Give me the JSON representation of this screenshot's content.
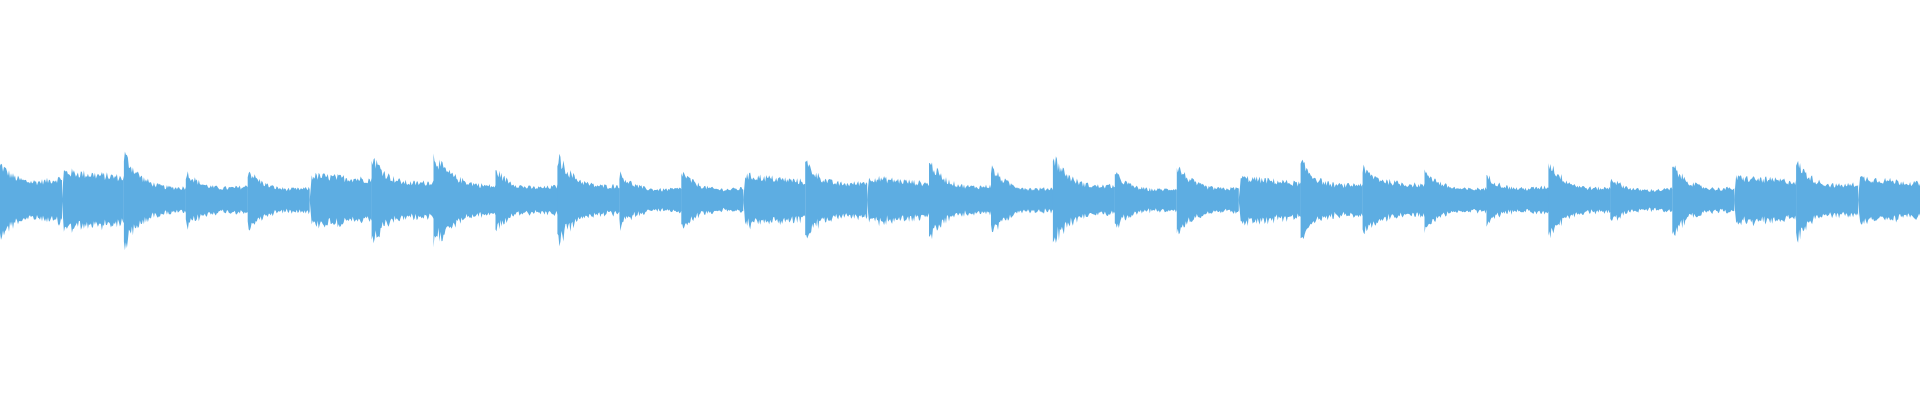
{
  "waveform": {
    "color": "#5dade2",
    "background": "#ffffff",
    "segments": [
      {
        "amp_start": 0.09,
        "amp_end": 0.05,
        "shape": "tail"
      },
      {
        "amp_start": 0.07,
        "amp_end": 0.055,
        "shape": "flat"
      },
      {
        "amp_start": 0.115,
        "amp_end": 0.025,
        "shape": "tail"
      },
      {
        "amp_start": 0.07,
        "amp_end": 0.03,
        "shape": "tail"
      },
      {
        "amp_start": 0.075,
        "amp_end": 0.025,
        "shape": "tail"
      },
      {
        "amp_start": 0.06,
        "amp_end": 0.05,
        "shape": "flat"
      },
      {
        "amp_start": 0.11,
        "amp_end": 0.04,
        "shape": "tail"
      },
      {
        "amp_start": 0.11,
        "amp_end": 0.03,
        "shape": "burst"
      },
      {
        "amp_start": 0.075,
        "amp_end": 0.03,
        "shape": "tail"
      },
      {
        "amp_start": 0.11,
        "amp_end": 0.03,
        "shape": "tail"
      },
      {
        "amp_start": 0.065,
        "amp_end": 0.025,
        "shape": "tail"
      },
      {
        "amp_start": 0.07,
        "amp_end": 0.025,
        "shape": "tail"
      },
      {
        "amp_start": 0.06,
        "amp_end": 0.045,
        "shape": "flat"
      },
      {
        "amp_start": 0.095,
        "amp_end": 0.04,
        "shape": "tail"
      },
      {
        "amp_start": 0.055,
        "amp_end": 0.04,
        "shape": "flat"
      },
      {
        "amp_start": 0.095,
        "amp_end": 0.03,
        "shape": "tail"
      },
      {
        "amp_start": 0.08,
        "amp_end": 0.025,
        "shape": "tail"
      },
      {
        "amp_start": 0.11,
        "amp_end": 0.03,
        "shape": "tail"
      },
      {
        "amp_start": 0.065,
        "amp_end": 0.025,
        "shape": "tail"
      },
      {
        "amp_start": 0.085,
        "amp_end": 0.025,
        "shape": "tail"
      },
      {
        "amp_start": 0.055,
        "amp_end": 0.04,
        "shape": "flat"
      },
      {
        "amp_start": 0.095,
        "amp_end": 0.035,
        "shape": "tail"
      },
      {
        "amp_start": 0.075,
        "amp_end": 0.035,
        "shape": "burst"
      },
      {
        "amp_start": 0.075,
        "amp_end": 0.025,
        "shape": "tail"
      },
      {
        "amp_start": 0.06,
        "amp_end": 0.03,
        "shape": "tail"
      },
      {
        "amp_start": 0.095,
        "amp_end": 0.025,
        "shape": "tail"
      },
      {
        "amp_start": 0.055,
        "amp_end": 0.025,
        "shape": "tail"
      },
      {
        "amp_start": 0.085,
        "amp_end": 0.025,
        "shape": "tail"
      },
      {
        "amp_start": 0.055,
        "amp_end": 0.045,
        "shape": "flat"
      },
      {
        "amp_start": 0.095,
        "amp_end": 0.035,
        "shape": "tail"
      },
      {
        "amp_start": 0.055,
        "amp_end": 0.04,
        "shape": "flat"
      }
    ]
  }
}
